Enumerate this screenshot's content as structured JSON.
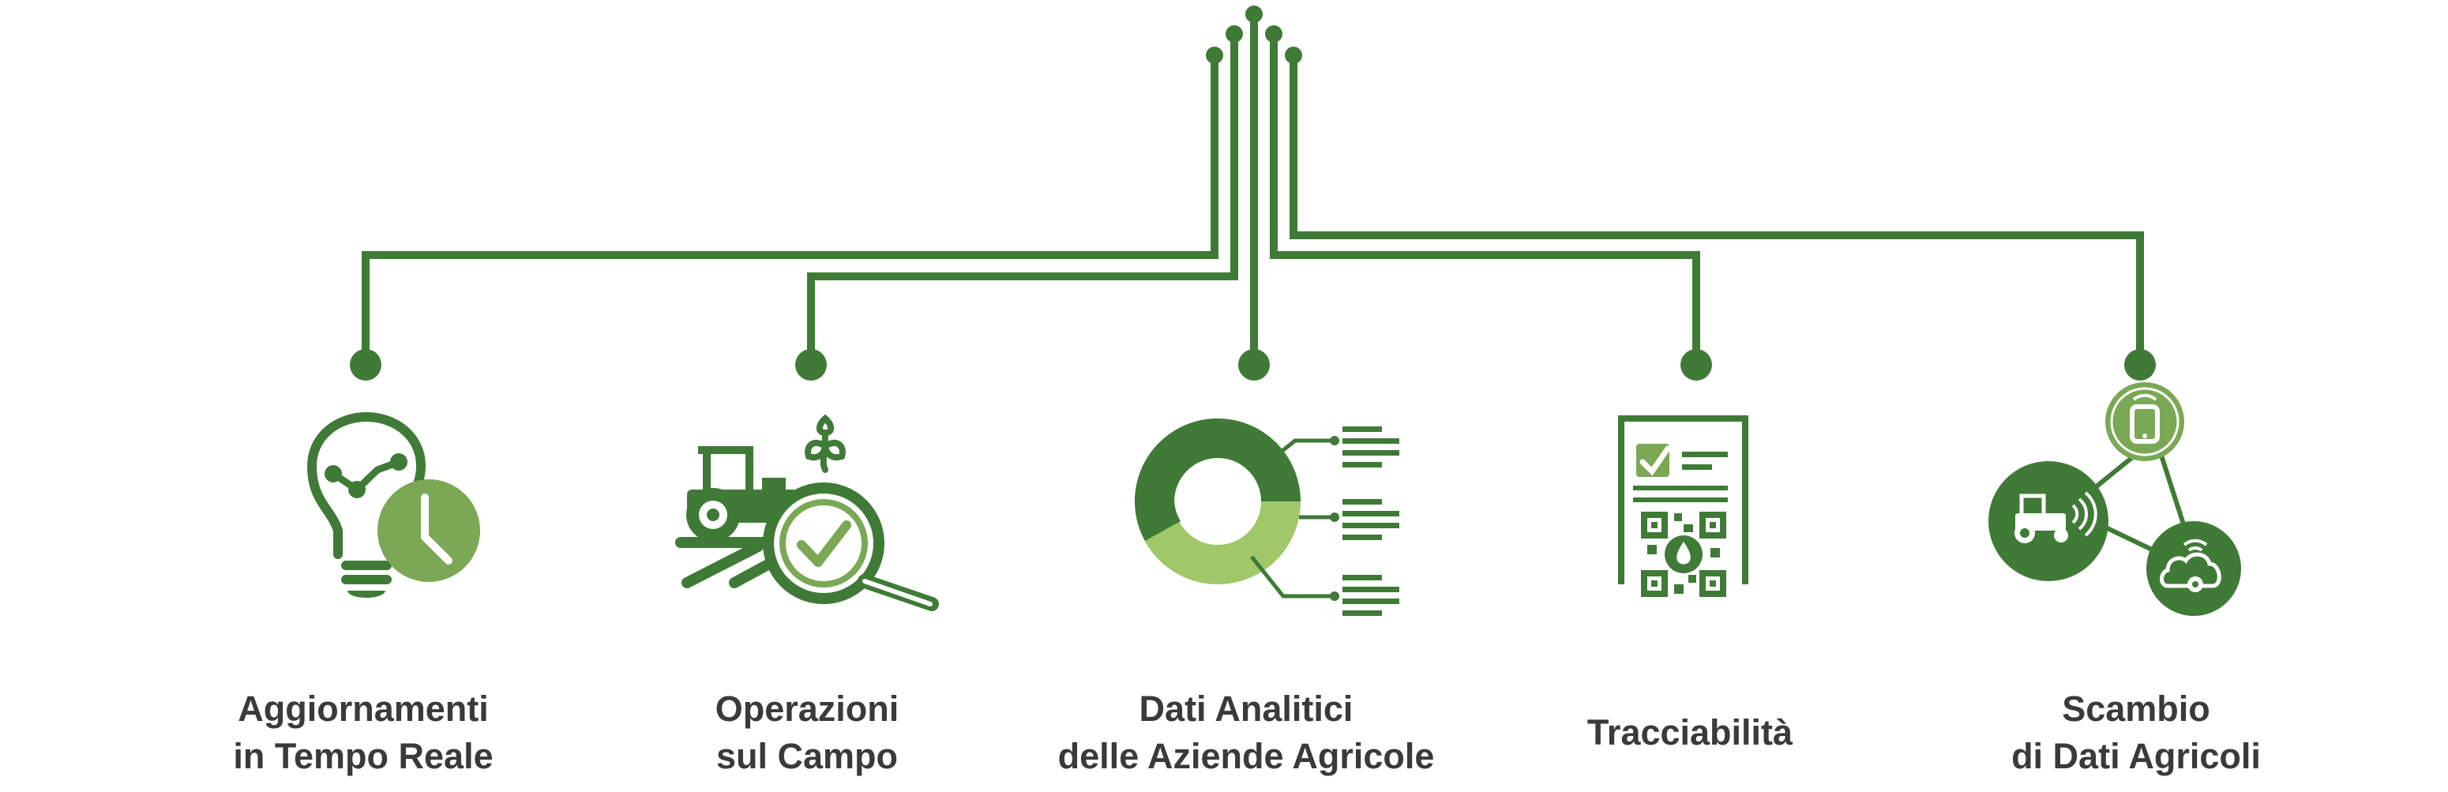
{
  "colors": {
    "dark_green": "#3f7a36",
    "light_green": "#a0c868",
    "mid_green": "#7aa855",
    "text": "#3a3a3a",
    "background": "#ffffff"
  },
  "items": [
    {
      "line1": "Aggiornamenti",
      "line2": "in Tempo Reale",
      "icon": "lightbulb-clock-icon"
    },
    {
      "line1": "Operazioni",
      "line2": "sul Campo",
      "icon": "tractor-magnifier-icon"
    },
    {
      "line1": "Dati Analitici",
      "line2": "delle Aziende Agricole",
      "icon": "donut-chart-icon"
    },
    {
      "line1": "Tracciabilità",
      "line2": "",
      "icon": "qr-document-icon"
    },
    {
      "line1": "Scambio",
      "line2": "di Dati Agricoli",
      "icon": "network-devices-icon"
    }
  ]
}
